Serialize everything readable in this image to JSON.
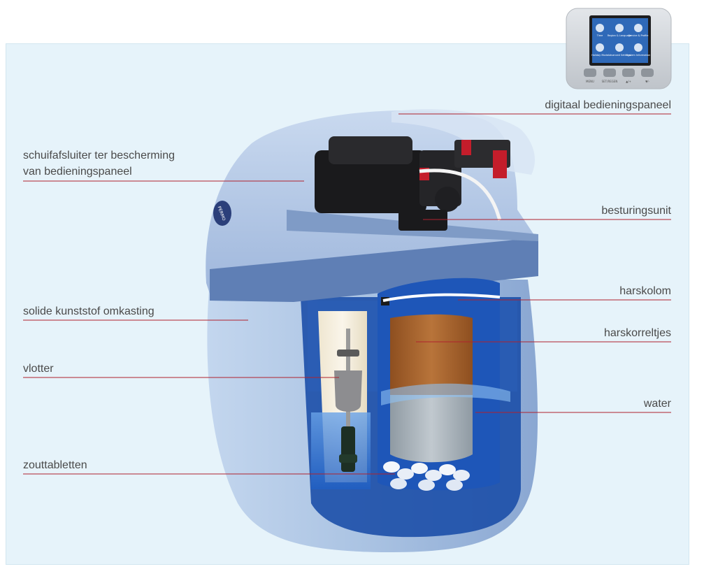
{
  "labels": {
    "digitaal": "digitaal bedieningspaneel",
    "schuif_line1": "schuifafsluiter ter bescherming",
    "schuif_line2": "van bedieningspaneel",
    "besturingsunit": "besturingsunit",
    "harskolom": "harskolom",
    "omkasting": "solide kunststof omkasting",
    "harskorreltjes": "harskorreltjes",
    "vlotter": "vlotter",
    "water": "water",
    "zouttabletten": "zouttabletten"
  },
  "brand": "PERMO",
  "control_panel": {
    "screen_items": [
      "Time",
      "Region & Language",
      "Service & Profile",
      "Holiday Mode",
      "Advanced Settings",
      "System Information"
    ],
    "buttons": [
      "MENU",
      "SET/REGEN",
      "▲/+",
      "▼/-"
    ]
  },
  "colors": {
    "leader_line": "#b0222e",
    "housing": "#a9c2e2",
    "lid_band": "#5f7fb5",
    "resin": "#a45f2a",
    "water": "#2e6fd0"
  }
}
